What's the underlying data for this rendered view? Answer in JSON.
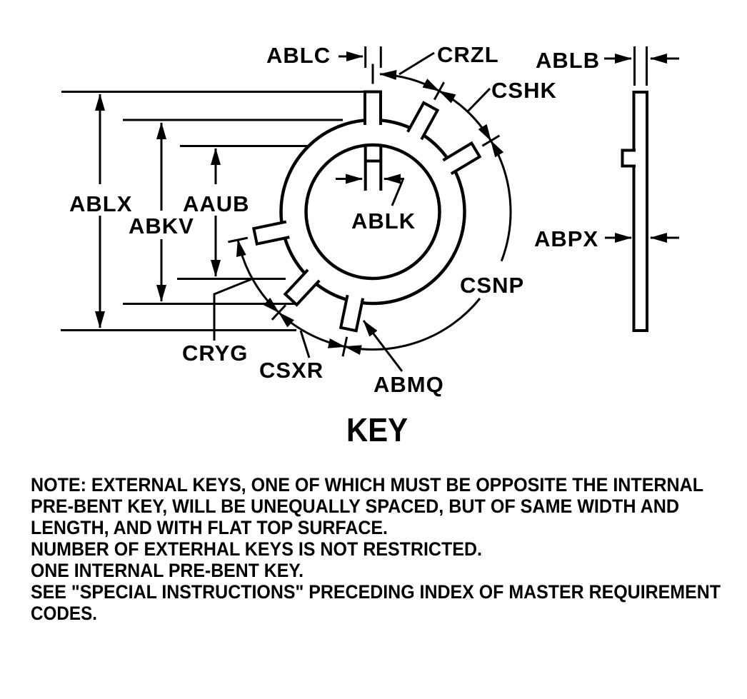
{
  "drawing": {
    "title": "KEY",
    "labels": {
      "ablc": "ABLC",
      "crzl": "CRZL",
      "ablb": "ABLB",
      "cshk": "CSHK",
      "ablx": "ABLX",
      "abkv": "ABKV",
      "aaub": "AAUB",
      "ablk": "ABLK",
      "abpx": "ABPX",
      "csnp": "CSNP",
      "cryg": "CRYG",
      "csxr": "CSXR",
      "abmq": "ABMQ"
    },
    "note": {
      "lines": [
        "NOTE: EXTERNAL KEYS, ONE OF WHICH MUST BE OPPOSITE THE INTERNAL",
        "PRE-BENT KEY, WILL BE UNEQUALLY SPACED, BUT OF SAME WIDTH AND",
        "LENGTH, AND WITH FLAT TOP SURFACE.",
        "NUMBER OF EXTERHAL KEYS IS NOT RESTRICTED.",
        "ONE INTERNAL PRE-BENT KEY.",
        "SEE \"SPECIAL INSTRUCTIONS\" PRECEDING INDEX OF MASTER REQUIREMENT",
        "CODES."
      ]
    },
    "colors": {
      "ink": "#000000",
      "paper": "#ffffff"
    }
  }
}
